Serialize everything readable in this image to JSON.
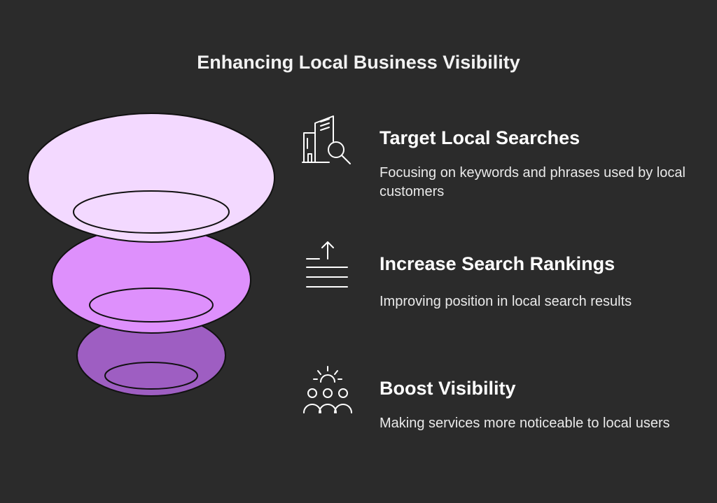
{
  "title": "Enhancing Local Business Visibility",
  "items": [
    {
      "heading": "Target Local Searches",
      "description": "Focusing on keywords and phrases used by local customers",
      "icon": "building-search-icon"
    },
    {
      "heading": "Increase Search Rankings",
      "description": "Improving position in local search results",
      "icon": "arrow-up-lines-icon"
    },
    {
      "heading": "Boost Visibility",
      "description": "Making services more noticeable to local users",
      "icon": "people-spotlight-icon"
    }
  ],
  "colors": {
    "background": "#2b2b2b",
    "tier1": "#f3d9ff",
    "tier2": "#de90fc",
    "tier3": "#9e5ec2",
    "outline": "#111111",
    "text": "#ffffff"
  }
}
